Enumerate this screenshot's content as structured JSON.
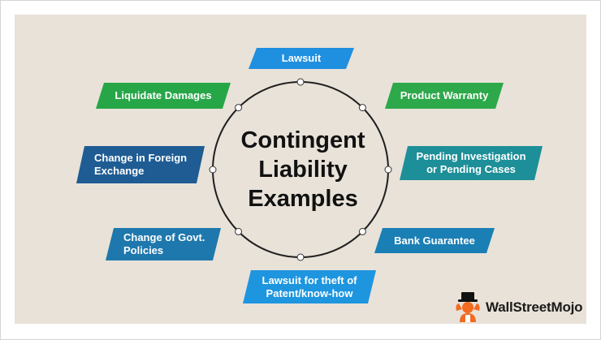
{
  "title": [
    "Contingent",
    "Liability",
    "Examples"
  ],
  "items": [
    {
      "lines": [
        "Lawsuit"
      ],
      "color": "#1f8fe0"
    },
    {
      "lines": [
        "Product Warranty"
      ],
      "color": "#2da84a"
    },
    {
      "lines": [
        "Pending Investigation",
        "or  Pending Cases"
      ],
      "color": "#1d8f98"
    },
    {
      "lines": [
        "Bank Guarantee"
      ],
      "color": "#1a7fb5"
    },
    {
      "lines": [
        "Lawsuit for theft of",
        "Patent/know-how"
      ],
      "color": "#1e95df"
    },
    {
      "lines": [
        "Change of Govt.",
        "Policies"
      ],
      "color": "#1e78ad"
    },
    {
      "lines": [
        "Change in Foreign",
        "Exchange"
      ],
      "color": "#1f5c94"
    },
    {
      "lines": [
        "Liquidate Damages"
      ],
      "color": "#27a648"
    }
  ],
  "logo": {
    "text": "WallStreetMojo",
    "icon": "mascot-logo-icon"
  }
}
